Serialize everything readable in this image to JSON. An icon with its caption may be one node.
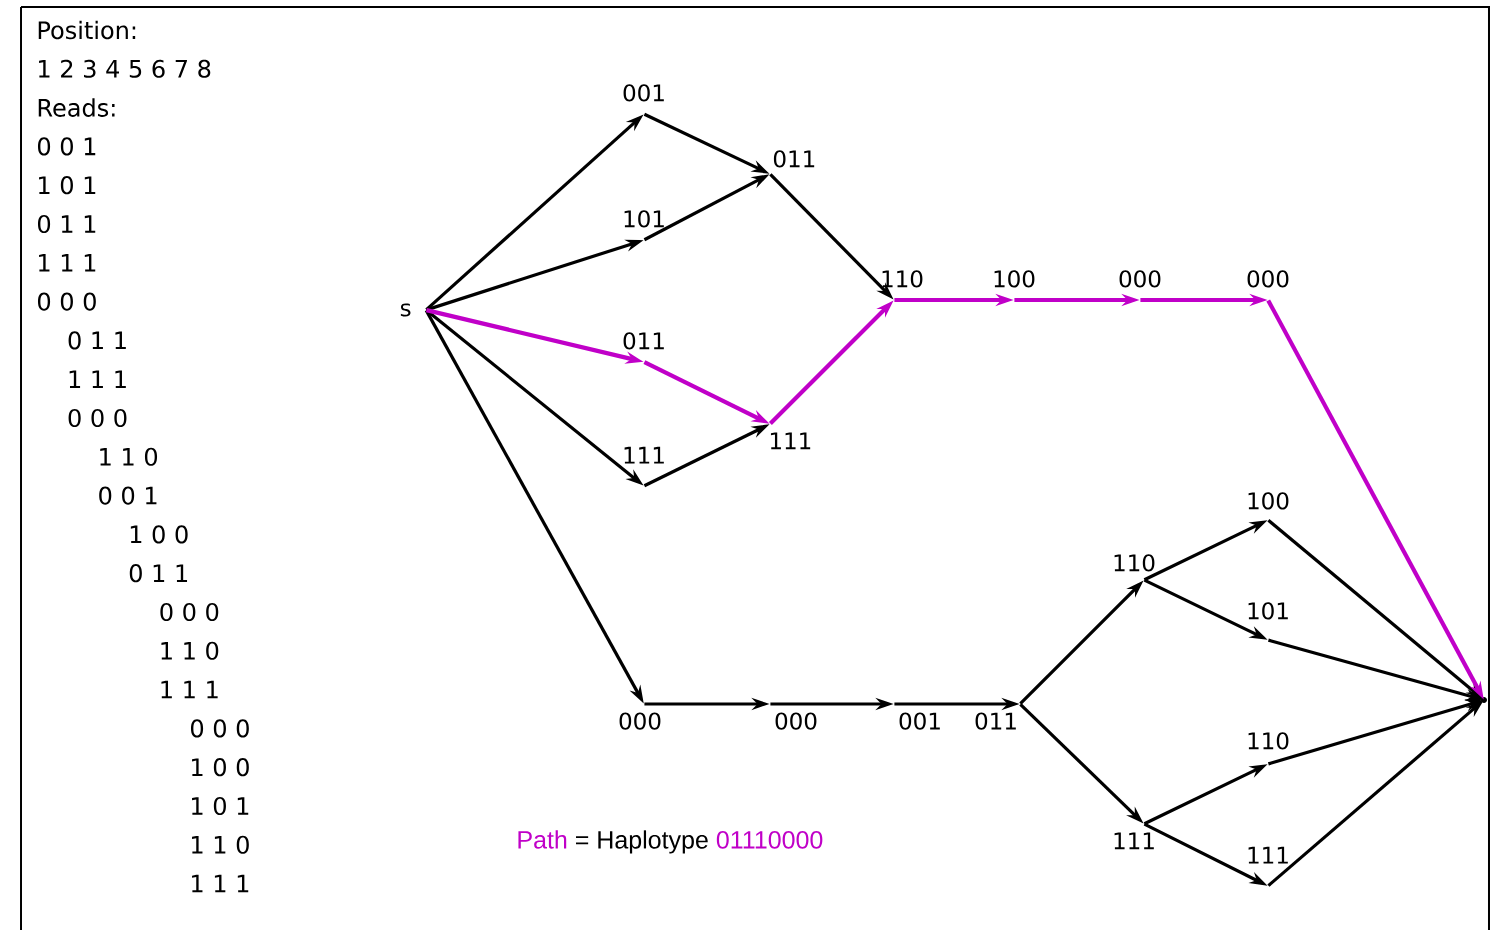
{
  "diagram": {
    "nodes": [
      {
        "text": [
          "s"
        ]
      },
      {
        "text": [
          "001"
        ]
      },
      {
        "text": [
          "101"
        ]
      },
      {
        "text": [
          "011"
        ]
      },
      {
        "text": [
          "111"
        ]
      },
      {
        "text": [
          "011"
        ]
      },
      {
        "text": [
          "111"
        ]
      },
      {
        "text": [
          "110"
        ]
      },
      {
        "text": [
          "100"
        ]
      },
      {
        "text": [
          "000"
        ]
      },
      {
        "text": [
          "000"
        ]
      },
      {
        "text": [
          "000"
        ]
      },
      {
        "text": [
          "000"
        ]
      },
      {
        "text": [
          "001"
        ]
      },
      {
        "text": [
          "011"
        ]
      },
      {
        "text": [
          "110"
        ]
      },
      {
        "text": [
          "111"
        ]
      },
      {
        "text": [
          "100"
        ]
      },
      {
        "text": [
          "101"
        ]
      },
      {
        "text": [
          "110"
        ]
      },
      {
        "text": [
          "111"
        ]
      },
      {
        "text": [],
        "shape": "circle"
      }
    ],
    "edges": [
      {
        "from": 0,
        "to": 1,
        "arrow": "to"
      },
      {
        "from": 0,
        "to": 2,
        "arrow": "to"
      },
      {
        "from": 0,
        "to": 3,
        "arrow": "to",
        "color": "#c000c8"
      },
      {
        "from": 0,
        "to": 4,
        "arrow": "to"
      },
      {
        "from": 0,
        "to": 11,
        "arrow": "to"
      },
      {
        "from": 1,
        "to": 5,
        "arrow": "to"
      },
      {
        "from": 2,
        "to": 5,
        "arrow": "to"
      },
      {
        "from": 3,
        "to": 6,
        "arrow": "to",
        "color": "#c000c8"
      },
      {
        "from": 4,
        "to": 6,
        "arrow": "to"
      },
      {
        "from": 5,
        "to": 7,
        "arrow": "to"
      },
      {
        "from": 6,
        "to": 7,
        "arrow": "to",
        "color": "#c000c8"
      },
      {
        "from": 7,
        "to": 8,
        "arrow": "to",
        "color": "#c000c8"
      },
      {
        "from": 8,
        "to": 9,
        "arrow": "to",
        "color": "#c000c8"
      },
      {
        "from": 9,
        "to": 10,
        "arrow": "to",
        "color": "#c000c8"
      },
      {
        "from": 10,
        "to": 21,
        "arrow": "to",
        "color": "#c000c8"
      },
      {
        "from": 11,
        "to": 12,
        "arrow": "to"
      },
      {
        "from": 12,
        "to": 13,
        "arrow": "to"
      },
      {
        "from": 13,
        "to": 14,
        "arrow": "to"
      },
      {
        "from": 14,
        "to": 15,
        "arrow": "to"
      },
      {
        "from": 14,
        "to": 16,
        "arrow": "to"
      },
      {
        "from": 15,
        "to": 17,
        "arrow": "to"
      },
      {
        "from": 15,
        "to": 18,
        "arrow": "to"
      },
      {
        "from": 16,
        "to": 19,
        "arrow": "to"
      },
      {
        "from": 16,
        "to": 20,
        "arrow": "to"
      },
      {
        "from": 17,
        "to": 21,
        "arrow": "to"
      },
      {
        "from": 18,
        "to": 21,
        "arrow": "to"
      },
      {
        "from": 19,
        "to": 21,
        "arrow": "to"
      },
      {
        "from": 20,
        "to": 21,
        "arrow": "to"
      }
    ],
    "labels": [
      "Position:",
      "1 2 3 4 5 6 7 8",
      "Reads:",
      "0 0 1",
      "1 0 1",
      "0 1 1",
      "1 1 1",
      "0 0 0",
      "0 1 1",
      "1 1 1",
      "0 0 0",
      "1 1 0",
      "0 0 1",
      "1 0 0",
      "0 1 1",
      "0 0 0",
      "1 1 0",
      "1 1 1",
      "0 0 0",
      "1 0 0",
      "1 0 1",
      "1 1 0",
      "1 1 1",
      "Path",
      "= Haplotype",
      "01110000"
    ]
  }
}
